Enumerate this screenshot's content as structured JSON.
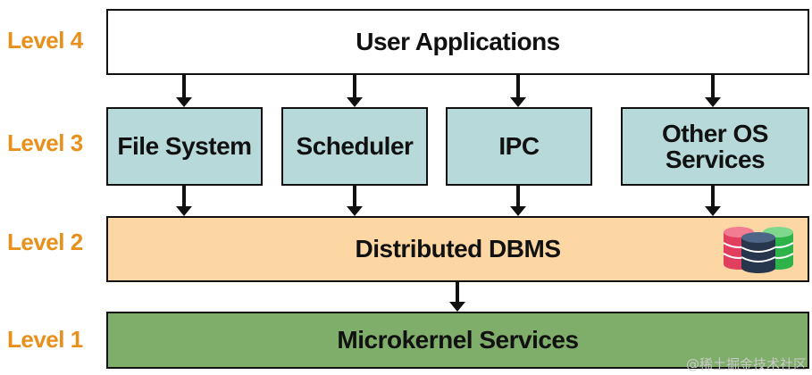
{
  "levels": [
    "Level 4",
    "Level 3",
    "Level 2",
    "Level 1"
  ],
  "user_apps": "User Applications",
  "services": [
    "File System",
    "Scheduler",
    "IPC",
    "Other OS Services"
  ],
  "dbms": "Distributed DBMS",
  "microkernel": "Microkernel Services",
  "watermark": "@稀土掘金技术社区",
  "colors": {
    "level_label": "#e8901c",
    "user_apps_fill": "#ffffff",
    "service_fill": "#b7d9d9",
    "dbms_fill": "#fcd7a4",
    "microkernel_fill": "#7fad6a",
    "border": "#111111"
  },
  "icons": [
    "database-stack-icon"
  ]
}
